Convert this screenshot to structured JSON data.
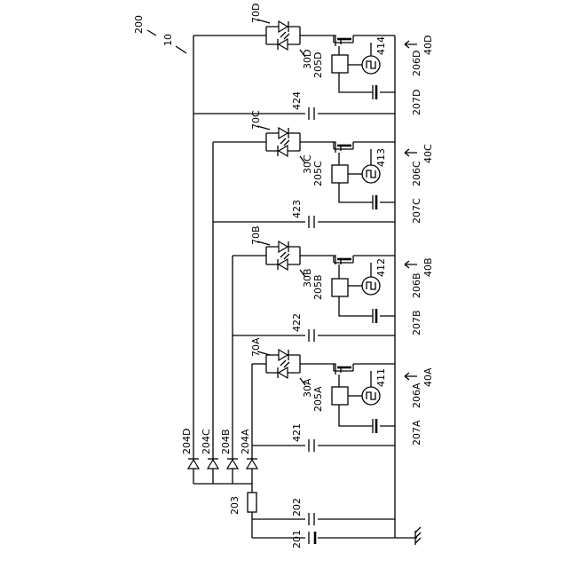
{
  "figure_labels": {
    "device": "200",
    "system": "10"
  },
  "main_components": {
    "ground_cap": "201",
    "cap_202": "202",
    "resistor": "203"
  },
  "channels": [
    {
      "diode": "204A",
      "cap": "421",
      "photo_ref": "70A",
      "led_ref": "30A",
      "block_ref": "205A",
      "coil_ref": "206A",
      "rect_ref": "207A",
      "oscillator_ref": "411",
      "terminal_ref": "40A"
    },
    {
      "diode": "204B",
      "cap": "422",
      "photo_ref": "70B",
      "led_ref": "30B",
      "block_ref": "205B",
      "coil_ref": "206B",
      "rect_ref": "207B",
      "oscillator_ref": "412",
      "terminal_ref": "40B"
    },
    {
      "diode": "204C",
      "cap": "423",
      "photo_ref": "70C",
      "led_ref": "30C",
      "block_ref": "205C",
      "coil_ref": "206C",
      "rect_ref": "207C",
      "oscillator_ref": "413",
      "terminal_ref": "40C"
    },
    {
      "diode": "204D",
      "cap": "424",
      "photo_ref": "70D",
      "led_ref": "30D",
      "block_ref": "205D",
      "coil_ref": "206D",
      "rect_ref": "207D",
      "oscillator_ref": "414",
      "terminal_ref": "40D"
    }
  ]
}
